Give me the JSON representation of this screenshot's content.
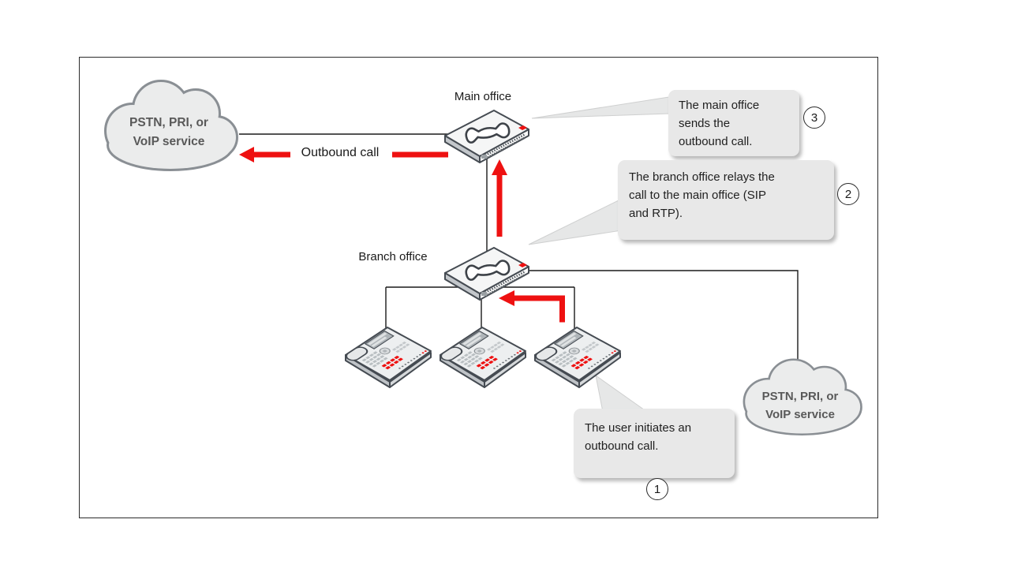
{
  "diagram": {
    "clouds": {
      "top_left": {
        "line1": "PSTN, PRI, or",
        "line2": "VoIP service"
      },
      "bottom_right": {
        "line1": "PSTN, PRI, or",
        "line2": "VoIP service"
      }
    },
    "nodes": {
      "main_office": {
        "label": "Main office"
      },
      "branch_office": {
        "label": "Branch office"
      }
    },
    "arrows": {
      "outbound_call_label": "Outbound call"
    },
    "callouts": {
      "step1": {
        "number": "1",
        "lines": [
          "The user initiates an",
          "outbound call."
        ]
      },
      "step2": {
        "number": "2",
        "lines": [
          "The branch office relays the",
          "call to the main office (SIP",
          "and RTP)."
        ]
      },
      "step3": {
        "number": "3",
        "lines": [
          "The main office",
          "sends the",
          "outbound call."
        ]
      }
    },
    "colors": {
      "arrow_red": "#ee1111",
      "callout_bg": "#e8e8e8",
      "cloud_fill": "#ebecec",
      "cloud_stroke": "#8a8f94",
      "cloud_text": "#595959",
      "line_black": "#1a1a1a"
    }
  }
}
